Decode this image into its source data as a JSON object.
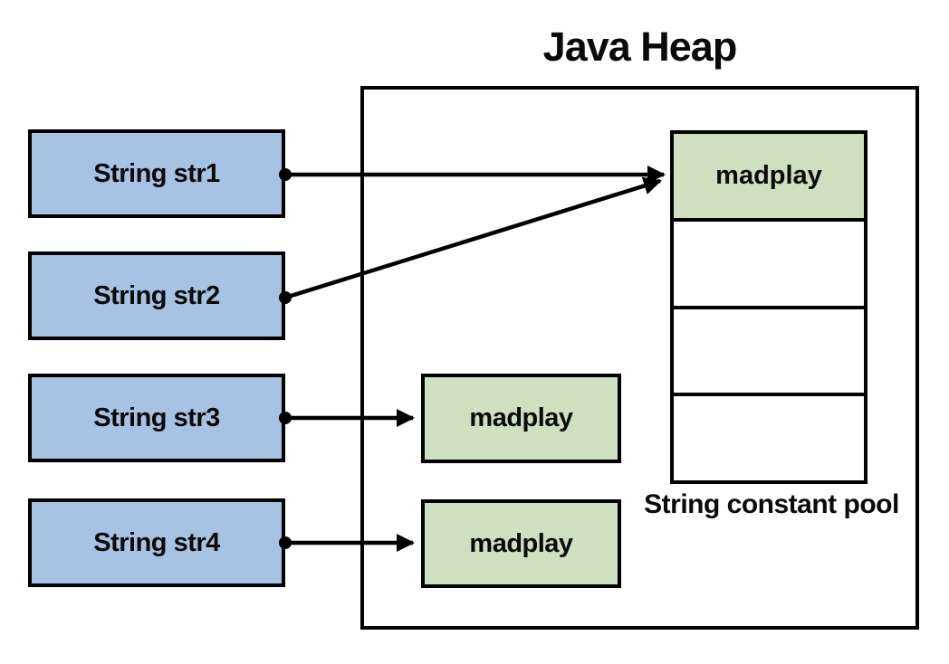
{
  "title": "Java Heap",
  "references": [
    {
      "label": "String str1"
    },
    {
      "label": "String str2"
    },
    {
      "label": "String str3"
    },
    {
      "label": "String str4"
    }
  ],
  "heap_objects": [
    {
      "value": "madplay"
    },
    {
      "value": "madplay"
    }
  ],
  "pool": {
    "label": "String constant pool",
    "cells": [
      {
        "value": "madplay",
        "highlighted": true
      },
      {
        "value": "",
        "highlighted": false
      },
      {
        "value": "",
        "highlighted": false
      },
      {
        "value": "",
        "highlighted": false
      }
    ]
  },
  "colors": {
    "reference_box_fill": "#a6c3e3",
    "string_value_fill": "#cfe0c0",
    "border": "#000000",
    "background": "#ffffff"
  }
}
